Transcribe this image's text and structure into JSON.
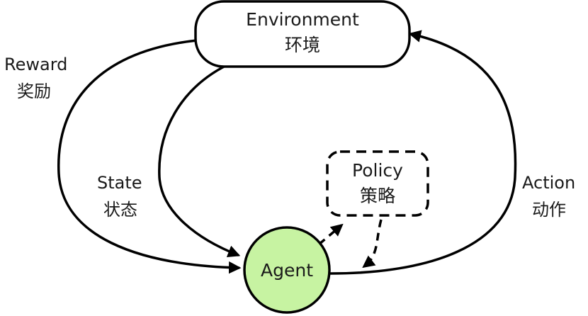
{
  "nodes": {
    "environment": {
      "label_en": "Environment",
      "label_zh": "环境"
    },
    "policy": {
      "label_en": "Policy",
      "label_zh": "策略"
    },
    "agent": {
      "label": "Agent",
      "fill": "#c7f3a2"
    }
  },
  "edges": {
    "reward": {
      "label_en": "Reward",
      "label_zh": "奖励"
    },
    "state": {
      "label_en": "State",
      "label_zh": "状态"
    },
    "action": {
      "label_en": "Action",
      "label_zh": "动作"
    }
  }
}
